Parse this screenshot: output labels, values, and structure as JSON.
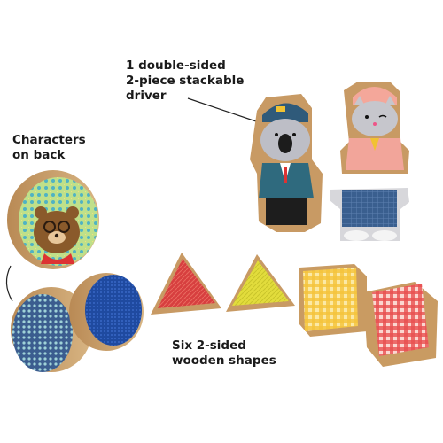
{
  "callouts": {
    "driver": [
      "1 double-sided",
      "2-piece stackable",
      "driver"
    ],
    "characters": [
      "Characters",
      "on back"
    ],
    "shapes": [
      "Six 2-sided",
      "wooden shapes"
    ]
  },
  "pieces": [
    {
      "name": "round-disc-character-bear",
      "shape": "circle",
      "side": "character",
      "color": "#1ea6a6"
    },
    {
      "name": "round-disc-teal-pattern",
      "shape": "circle",
      "side": "pattern",
      "color": "#3a6fa8"
    },
    {
      "name": "round-disc-blue-pattern",
      "shape": "circle",
      "side": "pattern",
      "color": "#2b4fa3"
    },
    {
      "name": "triangle-red-pattern",
      "shape": "triangle",
      "side": "pattern",
      "color": "#d94242"
    },
    {
      "name": "triangle-yellow-pattern",
      "shape": "triangle",
      "side": "pattern",
      "color": "#e6dd3a"
    },
    {
      "name": "square-yellow-gingham",
      "shape": "square",
      "side": "pattern",
      "color": "#f2b83a"
    },
    {
      "name": "square-red-gingham",
      "shape": "square",
      "side": "pattern",
      "color": "#e04b4b"
    }
  ],
  "driver_figures": [
    {
      "name": "koala-driver-figure",
      "animal": "koala",
      "uniform": "teal jacket, black trousers"
    },
    {
      "name": "cat-driver-figure",
      "animal": "cat",
      "uniform": "pink jacket, blue trousers"
    }
  ]
}
